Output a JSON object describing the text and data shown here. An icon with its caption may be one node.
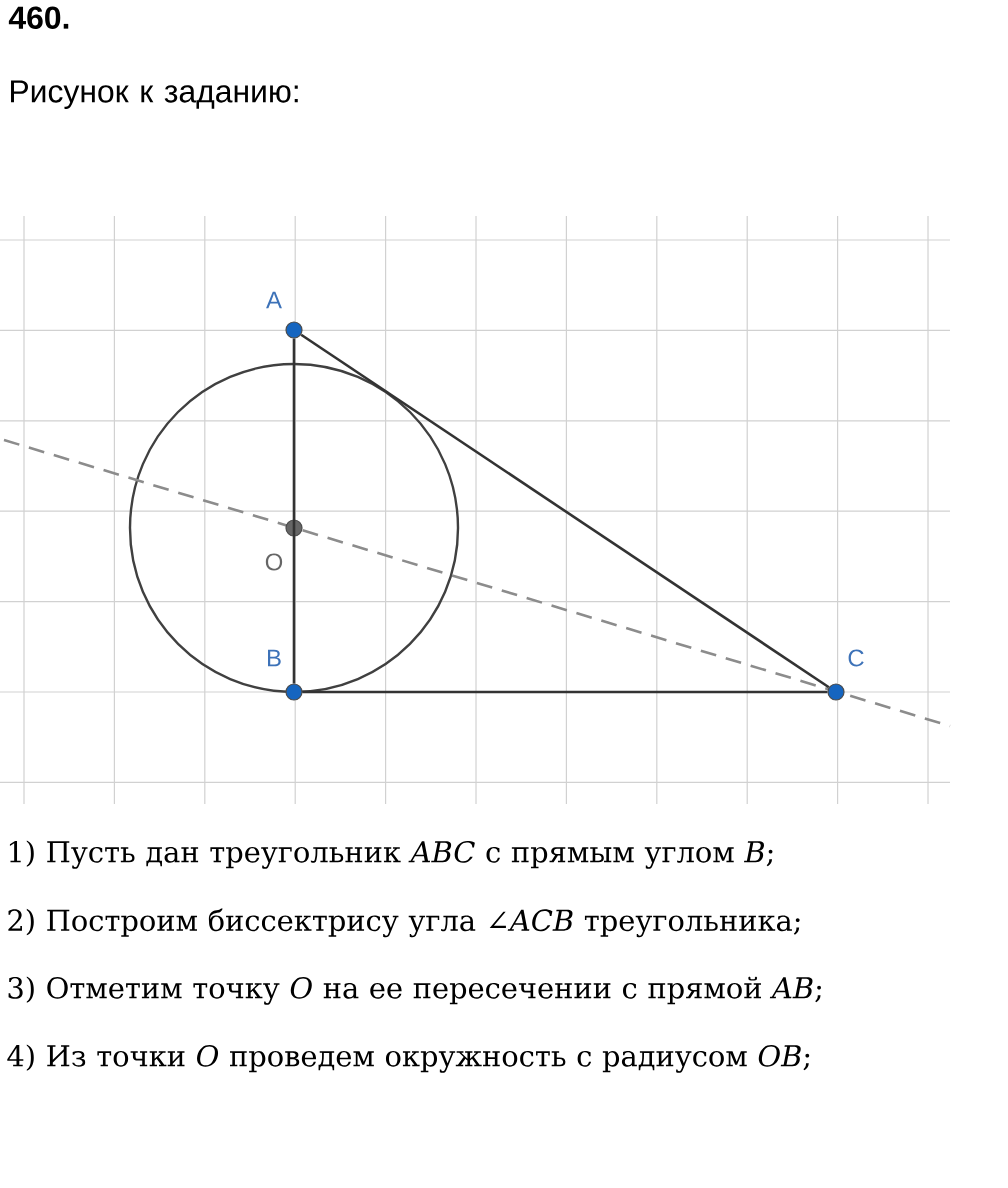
{
  "diagram": {
    "title": "460.",
    "nodes": [
      {
        "text": [],
        "shape": "circle",
        "beside": [
          "A"
        ]
      },
      {
        "text": [],
        "shape": "circle",
        "beside": [
          "O"
        ]
      },
      {
        "text": [],
        "shape": "circle",
        "beside": [
          "B"
        ]
      },
      {
        "text": [],
        "shape": "circle",
        "beside": [
          "C"
        ]
      }
    ],
    "edges": [
      {
        "from": 0,
        "to": 2,
        "arrow": "none"
      },
      {
        "from": 2,
        "to": 3,
        "arrow": "none"
      },
      {
        "from": 0,
        "to": 3,
        "arrow": "none"
      }
    ],
    "labels": [
      "Рисунок к заданию:",
      "1) Пусть дан треугольник *ABC* с прямым углом *B*;",
      "2) Построим биссектрису угла ∠*ACB* треугольника;",
      "3) Отметим точку *O* на ее пересечении с прямой *AB*;",
      "4) Из точки *O* проведем окружность с радиусом *OB*;"
    ]
  }
}
